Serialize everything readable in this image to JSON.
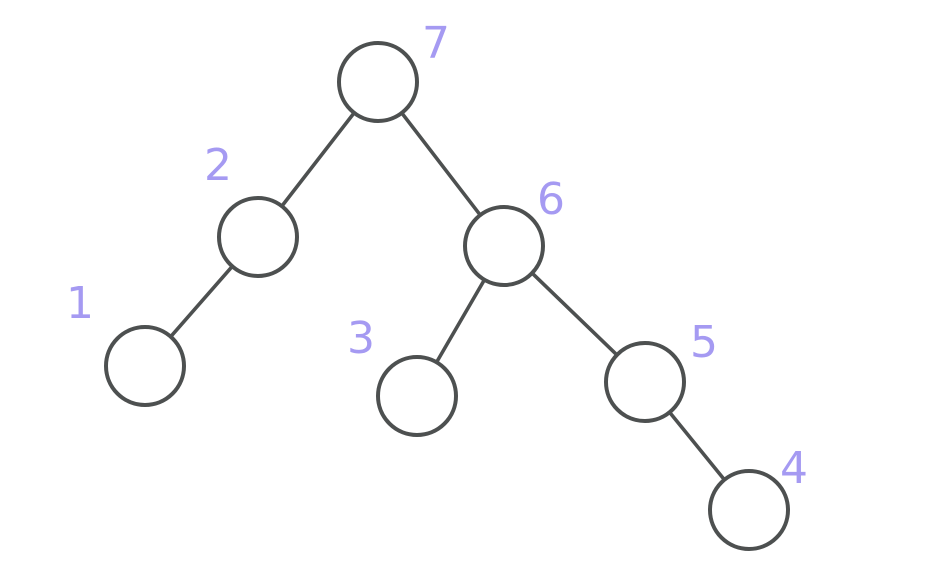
{
  "colors": {
    "stroke": "#4d5050",
    "label": "#a59af2",
    "background": "#ffffff"
  },
  "tree": {
    "nodes": [
      {
        "id": "n7",
        "label": "7"
      },
      {
        "id": "n2",
        "label": "2"
      },
      {
        "id": "n6",
        "label": "6"
      },
      {
        "id": "n1",
        "label": "1"
      },
      {
        "id": "n3",
        "label": "3"
      },
      {
        "id": "n5",
        "label": "5"
      },
      {
        "id": "n4",
        "label": "4"
      }
    ],
    "edges": [
      {
        "from": "n7",
        "to": "n2"
      },
      {
        "from": "n7",
        "to": "n6"
      },
      {
        "from": "n2",
        "to": "n1"
      },
      {
        "from": "n6",
        "to": "n3"
      },
      {
        "from": "n6",
        "to": "n5"
      },
      {
        "from": "n5",
        "to": "n4"
      }
    ]
  }
}
